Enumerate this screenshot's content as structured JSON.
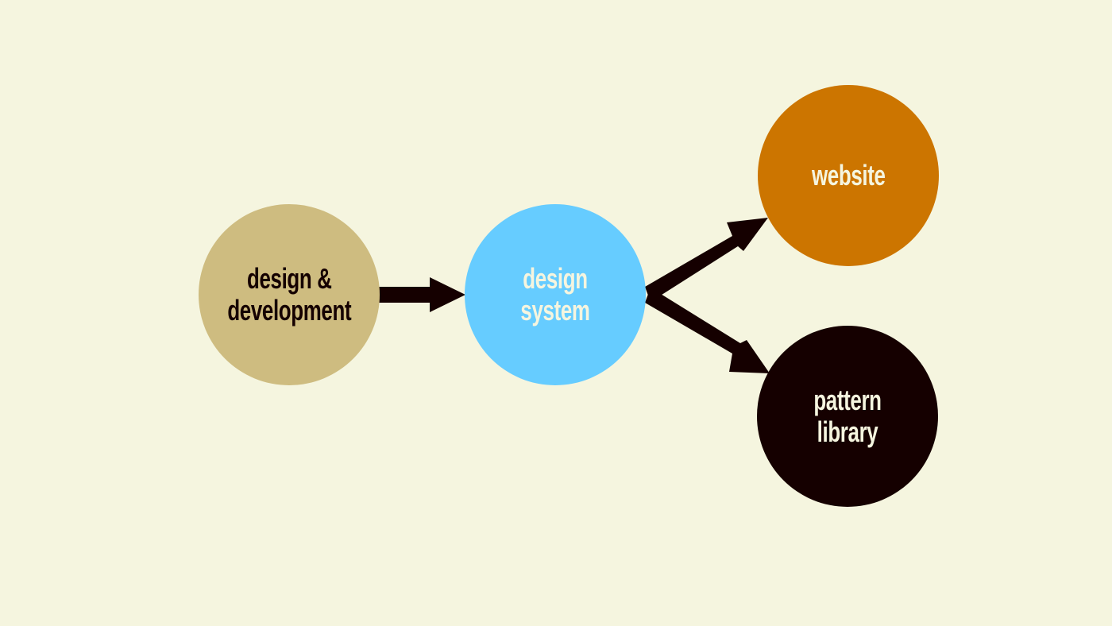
{
  "diagram": {
    "background_color": "#F5F5DF",
    "arrow_color": "#150000",
    "nodes": [
      {
        "id": "design-development",
        "label": "design &\ndevelopment",
        "fill": "#CEBC80",
        "text_color": "#150000"
      },
      {
        "id": "design-system",
        "label": "design system",
        "fill": "#66CCFF",
        "text_color": "#F5F5DF"
      },
      {
        "id": "website",
        "label": "website",
        "fill": "#CC7500",
        "text_color": "#F5F5DF"
      },
      {
        "id": "pattern-library",
        "label": "pattern library",
        "fill": "#150000",
        "text_color": "#F5F5DF"
      }
    ],
    "edges": [
      {
        "from": "design-development",
        "to": "design-system"
      },
      {
        "from": "design-system",
        "to": "website"
      },
      {
        "from": "design-system",
        "to": "pattern-library"
      }
    ]
  }
}
